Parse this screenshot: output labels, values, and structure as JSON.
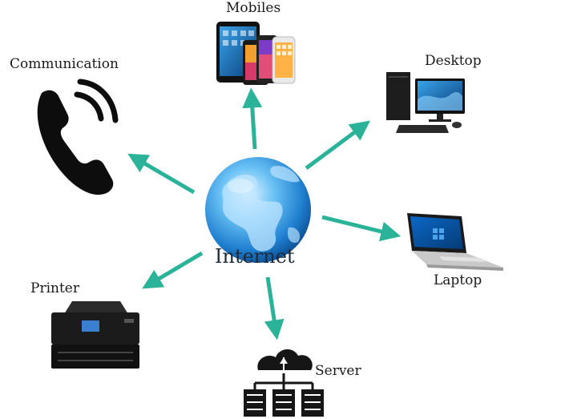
{
  "diagram": {
    "center": {
      "label": "Internet",
      "icon": "globe-icon"
    },
    "nodes": [
      {
        "id": "mobiles",
        "label": "Mobiles",
        "icon": "mobile-devices-icon"
      },
      {
        "id": "desktop",
        "label": "Desktop",
        "icon": "desktop-computer-icon"
      },
      {
        "id": "laptop",
        "label": "Laptop",
        "icon": "laptop-icon"
      },
      {
        "id": "server",
        "label": "Server",
        "icon": "cloud-server-icon"
      },
      {
        "id": "printer",
        "label": "Printer",
        "icon": "printer-icon"
      },
      {
        "id": "communication",
        "label": "Communication",
        "icon": "phone-icon"
      }
    ],
    "connections": [
      {
        "from": "Internet",
        "to": "Mobiles"
      },
      {
        "from": "Internet",
        "to": "Desktop"
      },
      {
        "from": "Internet",
        "to": "Laptop"
      },
      {
        "from": "Internet",
        "to": "Server"
      },
      {
        "from": "Internet",
        "to": "Printer"
      },
      {
        "from": "Internet",
        "to": "Communication"
      }
    ],
    "colors": {
      "arrow": "#2bb39a",
      "globe": "#1f7fd0",
      "label_text": "#1a1a1a"
    }
  }
}
